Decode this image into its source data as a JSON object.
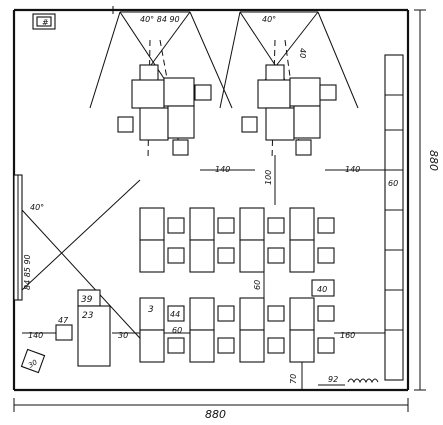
{
  "dimensions": {
    "overall_width": "880",
    "overall_height": "880",
    "left_offset": "140",
    "aisle": "30",
    "mid_gap": "60",
    "center_aisle": "140",
    "cabinet_depth": "60",
    "front_gap": "160",
    "bottom_gap": "70",
    "bottom_right": "92",
    "vertical_100": "100",
    "right_140": "140",
    "row_gap": "60"
  },
  "view_angles": {
    "left": "40° 84 90",
    "right": "40°",
    "right_side": "40°",
    "right_vertical": "40",
    "wall": "84 85 90"
  },
  "labels": {
    "small_box": "40",
    "teacher_a": "39",
    "teacher_b": "23",
    "teacher_c": "47",
    "desk_number": "3",
    "desk_44": "44",
    "note_30": "30"
  },
  "icons": {
    "door": "door-icon",
    "radiator": "radiator-icon"
  }
}
